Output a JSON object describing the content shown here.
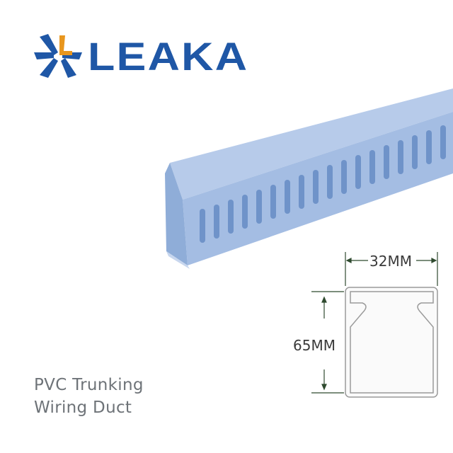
{
  "brand": {
    "name": "LEAKA",
    "colors": {
      "primary": "#1f57a6",
      "accent": "#e8961e"
    }
  },
  "product": {
    "title_line1": "PVC Trunking",
    "title_line2": "Wiring Duct",
    "color": "#a7c0e4"
  },
  "dimensions": {
    "width": "32MM",
    "height": "65MM"
  }
}
